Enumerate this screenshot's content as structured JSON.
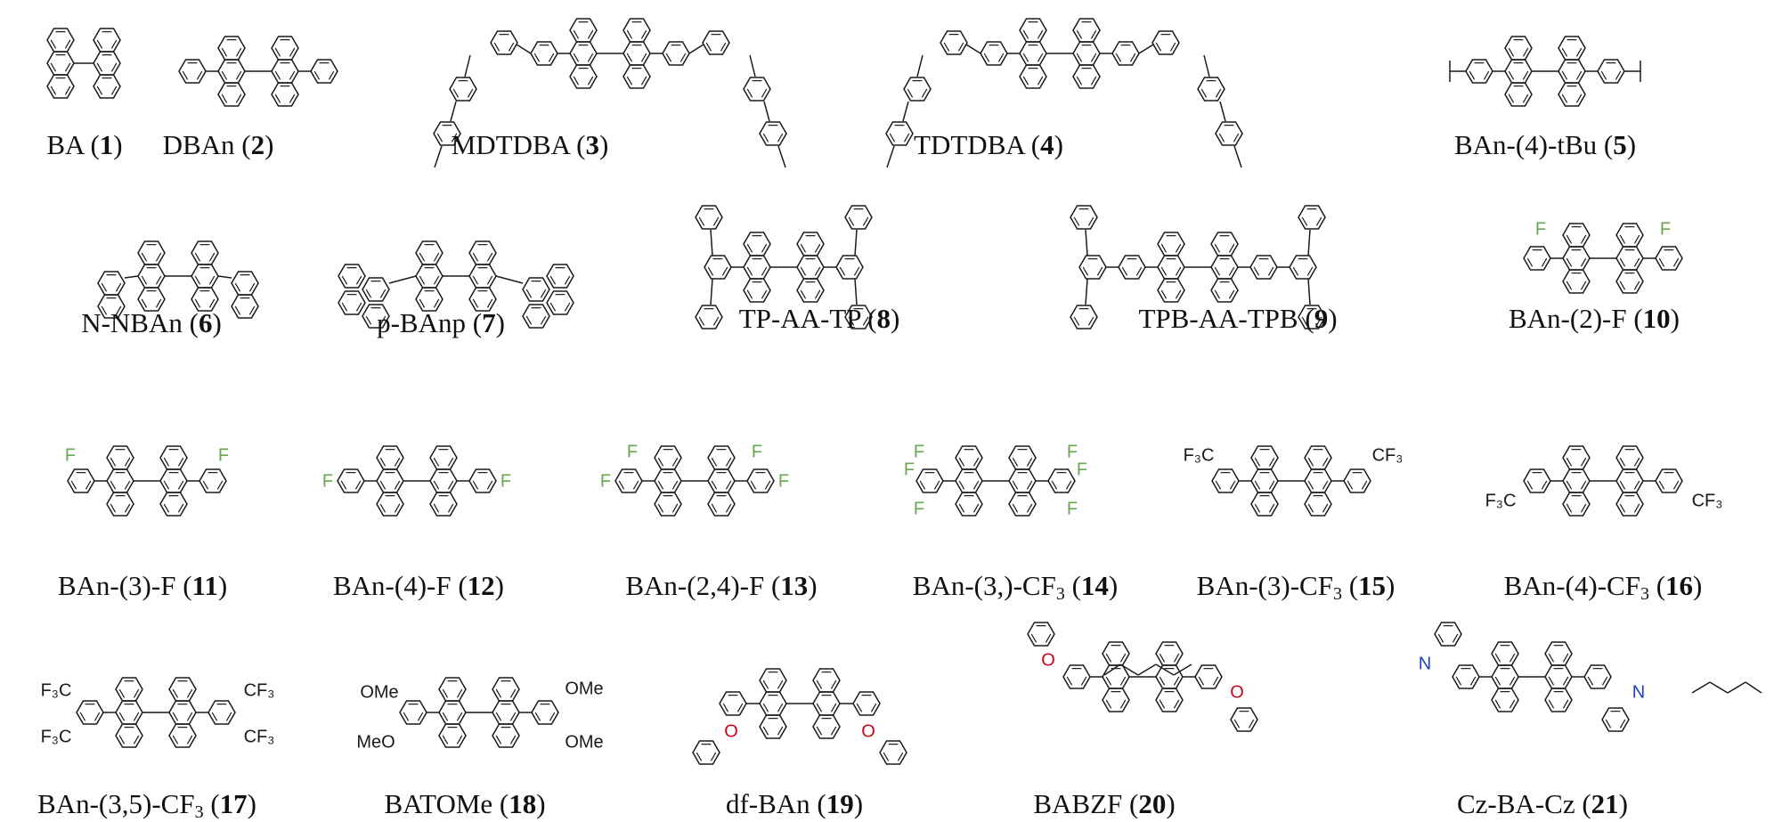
{
  "compounds": [
    {
      "name": "BA",
      "suffix": "",
      "number": "1"
    },
    {
      "name": "DBAn",
      "suffix": "",
      "number": "2"
    },
    {
      "name": "MDTDBA",
      "suffix": "",
      "number": "3"
    },
    {
      "name": "TDTDBA",
      "suffix": "",
      "number": "4"
    },
    {
      "name": "BAn-(4)-tBu",
      "suffix": "",
      "number": "5"
    },
    {
      "name": "N-NBAn",
      "suffix": "",
      "number": "6"
    },
    {
      "name": "p-BAnp",
      "suffix": "",
      "number": "7"
    },
    {
      "name": "TP-AA-TP",
      "suffix": "",
      "number": "8"
    },
    {
      "name": "TPB-AA-TPB",
      "suffix": "",
      "number": "9"
    },
    {
      "name": "BAn-(2)-F",
      "suffix": "",
      "number": "10"
    },
    {
      "name": "BAn-(3)-F",
      "suffix": "",
      "number": "11"
    },
    {
      "name": "BAn-(4)-F",
      "suffix": "",
      "number": "12"
    },
    {
      "name": "BAn-(2,4)-F",
      "suffix": "",
      "number": "13"
    },
    {
      "name": "BAn-(3,)-CF",
      "suffix": "3",
      "number": "14"
    },
    {
      "name": "BAn-(3)-CF",
      "suffix": "3",
      "number": "15"
    },
    {
      "name": "BAn-(4)-CF",
      "suffix": "3",
      "number": "16"
    },
    {
      "name": "BAn-(3,5)-CF",
      "suffix": "3",
      "number": "17"
    },
    {
      "name": "BATOMe",
      "suffix": "",
      "number": "18"
    },
    {
      "name": "df-BAn",
      "suffix": "",
      "number": "19"
    },
    {
      "name": "BABZF",
      "suffix": "",
      "number": "20"
    },
    {
      "name": "Cz-BA-Cz",
      "suffix": "",
      "number": "21"
    }
  ],
  "atom_labels": {
    "fluorine": "F",
    "cf3": "CF₃",
    "f3c": "F₃C",
    "ome": "OMe",
    "meo": "MeO",
    "oxygen": "O",
    "nitrogen": "N"
  },
  "colors": {
    "bond": "#1a1a1a",
    "fluorine": "#6aa84f",
    "oxygen": "#d0021b",
    "nitrogen": "#1f3fbf",
    "text": "#111111"
  }
}
